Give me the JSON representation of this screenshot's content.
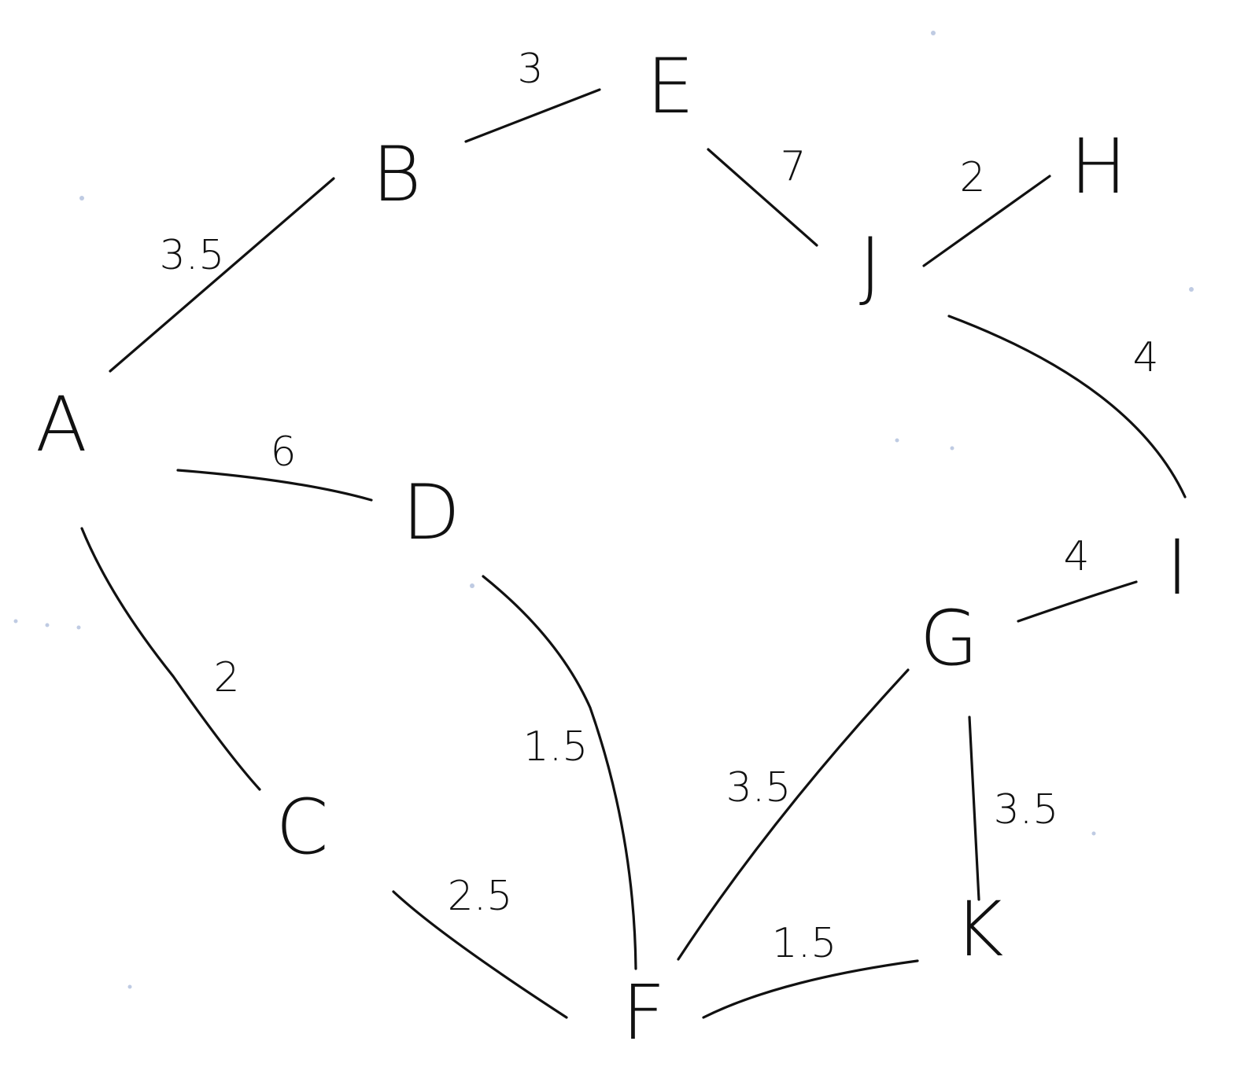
{
  "graph": {
    "nodes": [
      {
        "id": "A",
        "label": "A"
      },
      {
        "id": "B",
        "label": "B"
      },
      {
        "id": "C",
        "label": "C"
      },
      {
        "id": "D",
        "label": "D"
      },
      {
        "id": "E",
        "label": "E"
      },
      {
        "id": "F",
        "label": "F"
      },
      {
        "id": "G",
        "label": "G"
      },
      {
        "id": "H",
        "label": "H"
      },
      {
        "id": "I",
        "label": "I"
      },
      {
        "id": "J",
        "label": "J"
      },
      {
        "id": "K",
        "label": "K"
      }
    ],
    "edges": [
      {
        "id": "A-B",
        "from": "A",
        "to": "B",
        "weight": "3.5"
      },
      {
        "id": "A-D",
        "from": "A",
        "to": "D",
        "weight": "6"
      },
      {
        "id": "A-C",
        "from": "A",
        "to": "C",
        "weight": "2"
      },
      {
        "id": "B-E",
        "from": "B",
        "to": "E",
        "weight": "3"
      },
      {
        "id": "E-J",
        "from": "E",
        "to": "J",
        "weight": "7"
      },
      {
        "id": "J-H",
        "from": "J",
        "to": "H",
        "weight": "2"
      },
      {
        "id": "J-I",
        "from": "J",
        "to": "I",
        "weight": "4"
      },
      {
        "id": "I-G",
        "from": "I",
        "to": "G",
        "weight": "4"
      },
      {
        "id": "D-F",
        "from": "D",
        "to": "F",
        "weight": "1.5"
      },
      {
        "id": "C-F",
        "from": "C",
        "to": "F",
        "weight": "2.5"
      },
      {
        "id": "F-G",
        "from": "F",
        "to": "G",
        "weight": "3.5"
      },
      {
        "id": "G-K",
        "from": "G",
        "to": "K",
        "weight": "3.5"
      },
      {
        "id": "F-K",
        "from": "F",
        "to": "K",
        "weight": "1.5"
      }
    ]
  }
}
